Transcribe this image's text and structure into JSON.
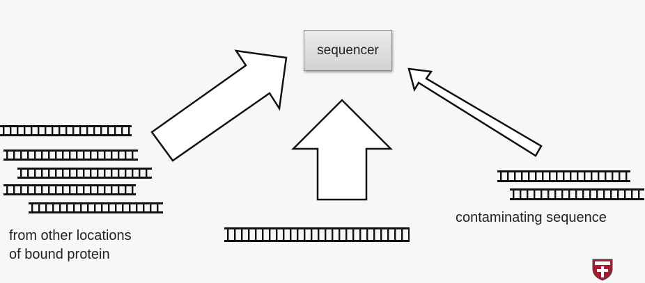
{
  "sequencer_label": "sequencer",
  "labels": {
    "left_line1": "from other locations",
    "left_line2": "of bound protein",
    "right": "contaminating sequence"
  },
  "logo_icon": "harvard-shield-icon",
  "colors": {
    "background": "#f7f7f7",
    "stroke": "#111111",
    "arrow_fill": "#ffffff",
    "logo_red": "#a51c30"
  }
}
